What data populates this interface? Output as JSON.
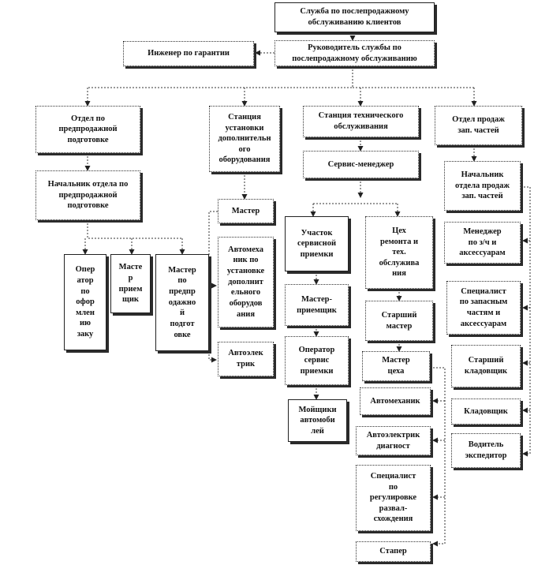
{
  "nodes": {
    "head": "Служба по послепродажному\nобслуживанию клиентов",
    "manager": "Руководитель службы по\nпослепродажному обслуживанию",
    "warranty": "Инженер по гарантии",
    "presale_dept": "Отдел по\nпредпродажной\nподготовке",
    "install_station": "Станция\nустановки\nдополнительн\nого\nоборудования",
    "service_station": "Станция технического\nобслуживания",
    "parts_dept": "Отдел продаж\nзап. частей",
    "presale_head": "Начальник отдела по\nпредпродажной\nподготовке",
    "service_manager": "Сервис-менеджер",
    "parts_head": "Начальник\nотдела продаж\nзап. частей",
    "operator": "Опер\nатор\nпо\nофор\nмлен\nию\nзаку",
    "receiver": "Масте\nр\nприем\nщик",
    "presale_master": "Мастер\nпо\nпредпр\nодажно\nй\nподгот\nовке",
    "master": "Мастер",
    "install_mechanic": "Автомеха\nник по\nустановке\nдополнит\nельного\nоборудов\nания",
    "auto_electrician": "Автоэлек\nтрик",
    "reception_area": "Участок\nсервисной\nприемки",
    "repair_shop": "Цех\nремонта и\nтех.\nобслужива\nния",
    "sales_manager": "Менеджер\nпо з/ч и\nаксессуарам",
    "master_receiver": "Мастер-\nприемщик",
    "senior_master": "Старший\nмастер",
    "parts_specialist": "Специалист\nпо запасным\nчастям и\nаксессуарам",
    "service_operator": "Оператор\nсервис\nприемки",
    "shop_master": "Мастер\nцеха",
    "senior_storekeeper": "Старший\nкладовщик",
    "car_washer": "Мойщики\nавтомоби\nлей",
    "automechanic": "Автомеханик",
    "storekeeper": "Кладовщик",
    "electrician_diag": "Автоэлектрик\nдиагност",
    "driver": "Водитель\nэкспедитор",
    "adjust_specialist": "Специалист\nпо\nрегулировке\nразвал-\nсхождения",
    "tire_fitter": "Стапер"
  }
}
